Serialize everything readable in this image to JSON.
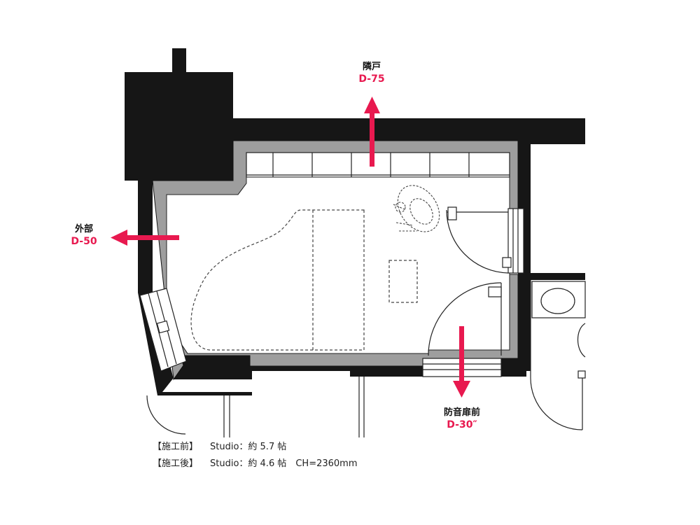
{
  "accent_color": "#e8194f",
  "labels": {
    "neighbor": {
      "title": "隣戸",
      "value": "D-75"
    },
    "exterior": {
      "title": "外部",
      "value": "D-50"
    },
    "door": {
      "title": "防音扉前",
      "value": "D-30″"
    }
  },
  "notes": [
    {
      "key": "【施工前】",
      "text": "Studio：約 5.7 帖"
    },
    {
      "key": "【施工後】",
      "text": "Studio：約 4.6 帖　CH=2360mm"
    }
  ]
}
